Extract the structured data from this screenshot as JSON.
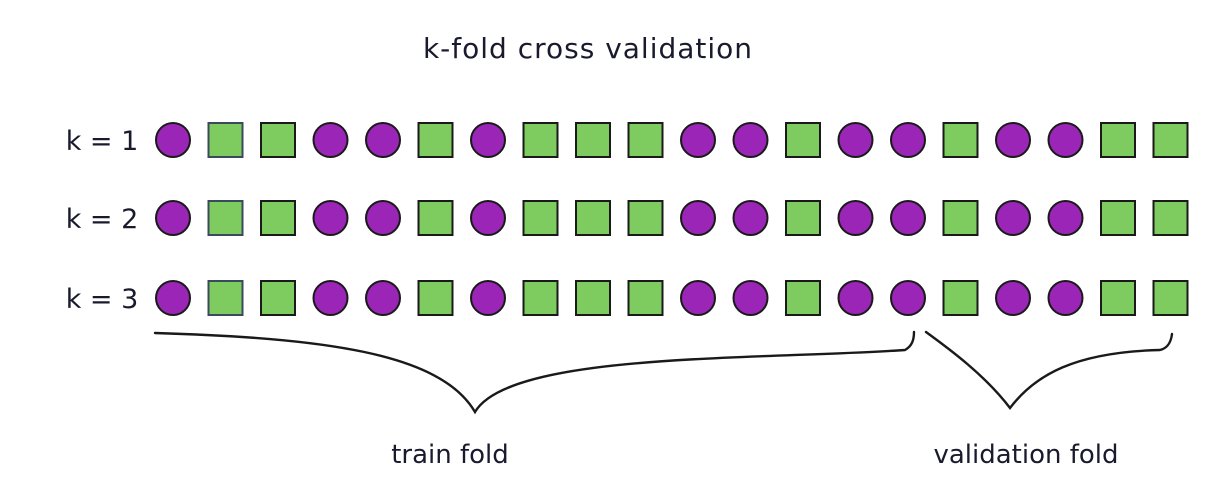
{
  "title": "k-fold cross validation",
  "row_labels": [
    "k = 1",
    "k = 2",
    "k = 3"
  ],
  "sequence": [
    "circle",
    "square",
    "square",
    "circle",
    "circle",
    "square",
    "circle",
    "square",
    "square",
    "square",
    "circle",
    "circle",
    "square",
    "circle",
    "circle",
    "square",
    "circle",
    "circle",
    "square",
    "square"
  ],
  "train_count": 15,
  "validation_count": 5,
  "train_label": "train fold",
  "validation_label": "validation fold",
  "colors": {
    "circle_fill": "#9a25b6",
    "square_fill": "#7ecb5f",
    "stroke": "#1a1a1a",
    "highlight_square_stroke": "#3a4a5e",
    "text": "#1a1a2e"
  }
}
